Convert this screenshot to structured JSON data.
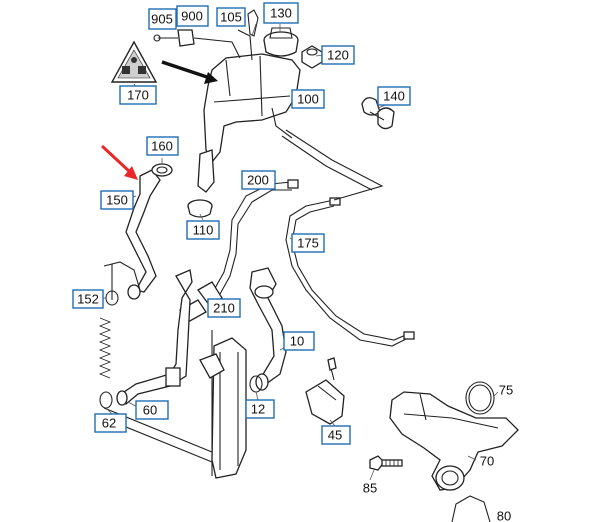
{
  "parts": [
    {
      "id": "p905",
      "label": "905"
    },
    {
      "id": "p900",
      "label": "900"
    },
    {
      "id": "p105",
      "label": "105"
    },
    {
      "id": "p130",
      "label": "130"
    },
    {
      "id": "p120",
      "label": "120"
    },
    {
      "id": "p170",
      "label": "170"
    },
    {
      "id": "p100",
      "label": "100"
    },
    {
      "id": "p140",
      "label": "140"
    },
    {
      "id": "p160",
      "label": "160"
    },
    {
      "id": "p150",
      "label": "150"
    },
    {
      "id": "p200",
      "label": "200"
    },
    {
      "id": "p110",
      "label": "110"
    },
    {
      "id": "p175",
      "label": "175"
    },
    {
      "id": "p152",
      "label": "152"
    },
    {
      "id": "p210",
      "label": "210"
    },
    {
      "id": "p10",
      "label": "10"
    },
    {
      "id": "p12",
      "label": "12"
    },
    {
      "id": "p60",
      "label": "60"
    },
    {
      "id": "p62",
      "label": "62"
    },
    {
      "id": "p45",
      "label": "45"
    }
  ],
  "plain_labels": [
    {
      "id": "p75",
      "label": "75"
    },
    {
      "id": "p70",
      "label": "70"
    },
    {
      "id": "p85",
      "label": "85"
    },
    {
      "id": "p80",
      "label": "80"
    }
  ],
  "colors": {
    "callout_border": "#1f6db4",
    "arrow_black": "#111111",
    "arrow_red": "#e8282b",
    "line": "#222222"
  }
}
